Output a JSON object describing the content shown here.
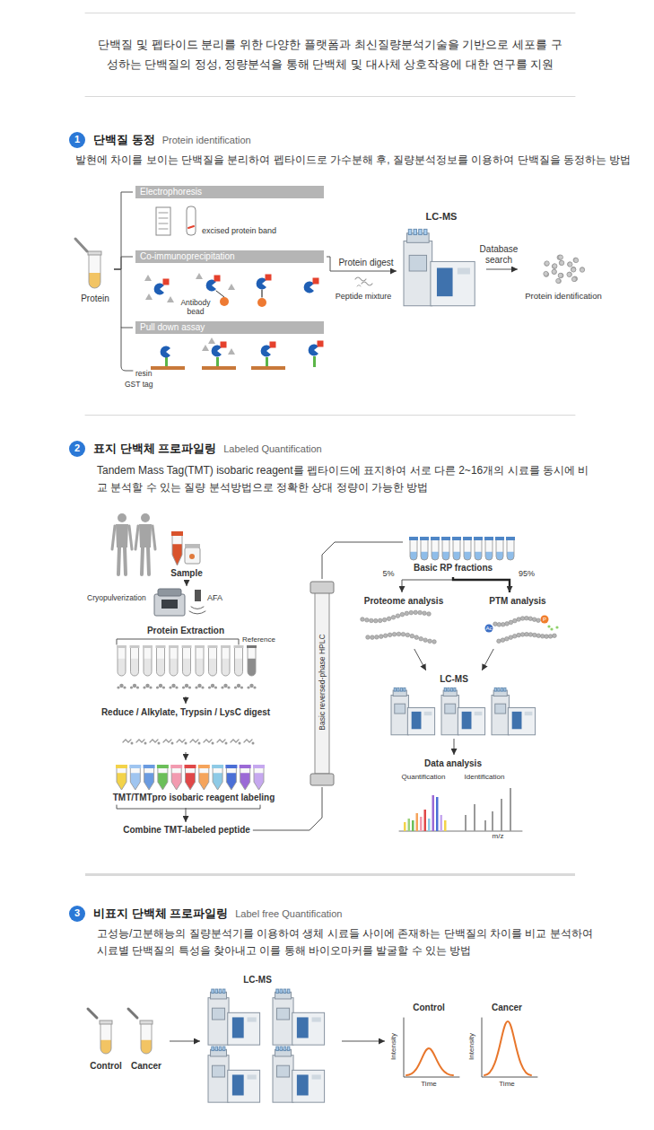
{
  "diagram": {
    "title": "단백질 및 펩타이드 분리를 위한 다양한 플랫폼과 최신질량분석기술을 기반으로 세포를 구성하는 단백질의 정성, 정량분석을 통해 단백체 및 대사체 상호작용에 대한 연구를 지원",
    "nodes": [
      {
        "text": [
          "1"
        ]
      },
      {
        "text": [
          "Protein"
        ]
      },
      {
        "text": [
          "Electrophoresis"
        ]
      },
      {
        "text": [
          "Co-immunoprecipitation"
        ]
      },
      {
        "text": [
          "Pull down assay"
        ]
      },
      {
        "text": [
          "LC-MS"
        ]
      },
      {
        "text": [
          "Protein identification"
        ]
      },
      {
        "text": [
          "2"
        ]
      },
      {
        "text": [
          "Sample"
        ]
      },
      {
        "text": [
          "Cryopulverization",
          "AFA"
        ]
      },
      {
        "text": [
          "Protein Extraction",
          "Reference"
        ]
      },
      {
        "text": [
          "Reduce / Alkylate, Trypsin / LysC digest"
        ]
      },
      {
        "text": [
          "TMT/TMTpro isobaric reagent labeling"
        ]
      },
      {
        "text": [
          "Combine TMT-labeled peptide"
        ]
      },
      {
        "text": [
          "Basic reversed-phase HPLC"
        ]
      },
      {
        "text": [
          "Basic RP fractions"
        ]
      },
      {
        "text": [
          "Proteome analysis"
        ]
      },
      {
        "text": [
          "PTM analysis"
        ]
      },
      {
        "text": [
          "LC-MS"
        ]
      },
      {
        "text": [
          "Data analysis",
          "Quantification",
          "Identification",
          "m/z"
        ]
      },
      {
        "text": [
          "3"
        ]
      },
      {
        "text": [
          "Control",
          "Cancer"
        ]
      },
      {
        "text": [
          "LC-MS"
        ]
      },
      {
        "text": [
          "Control",
          "Intensity",
          "Time"
        ]
      },
      {
        "text": [
          "Cancer",
          "Intensity",
          "Time"
        ]
      }
    ],
    "edges": [
      {
        "from": 1,
        "to": 2,
        "arrow": "none"
      },
      {
        "from": 1,
        "to": 3,
        "arrow": "none"
      },
      {
        "from": 1,
        "to": 4,
        "arrow": "none"
      },
      {
        "from": 3,
        "to": 5,
        "label": "Protein digest",
        "arrow": "to"
      },
      {
        "from": 5,
        "to": 6,
        "label": "Database search",
        "arrow": "to"
      },
      {
        "from": 8,
        "to": 9,
        "arrow": "to"
      },
      {
        "from": 10,
        "to": 11,
        "arrow": "to"
      },
      {
        "from": 11,
        "to": 12,
        "arrow": "to"
      },
      {
        "from": 12,
        "to": 13,
        "arrow": "to"
      },
      {
        "from": 13,
        "to": 14,
        "arrow": "none"
      },
      {
        "from": 14,
        "to": 15,
        "arrow": "none"
      },
      {
        "from": 15,
        "to": 16,
        "label": "5%",
        "arrow": "to"
      },
      {
        "from": 15,
        "to": 17,
        "label": "95%",
        "arrow": "to"
      },
      {
        "from": 16,
        "to": 18,
        "arrow": "to"
      },
      {
        "from": 17,
        "to": 18,
        "arrow": "to"
      },
      {
        "from": 18,
        "to": 19,
        "arrow": "to"
      },
      {
        "from": 21,
        "to": 22,
        "arrow": "to"
      },
      {
        "from": 22,
        "to": 23,
        "arrow": "to"
      }
    ],
    "labels": [
      "단백질 동정",
      "Protein identification",
      "발현에 차이를 보이는 단백질을 분리하여 펩타이드로 가수분해 후, 질량분석정보를 이용하여 단백질을 동정하는 방법",
      "excised protein band",
      "Antibody bead",
      "resin",
      "GST tag",
      "Peptide mixture",
      "표지 단백체 프로파일링",
      "Labeled Quantification",
      "Tandem Mass Tag(TMT) isobaric reagent를 펩타이드에 표지하여 서로 다른 2~16개의 시료를 동시에 비교 분석할 수 있는 질량 분석방법으로 정확한 상대 정량이 가능한 방법",
      "비표지 단백체 프로파일링",
      "Label free Quantification",
      "고성능/고분해능의 질량분석기를 이용하여 생체 시료들 사이에 존재하는 단백질의 차이를 비교 분석하여 시료별 단백질의 특성을 찾아내고 이를 통해 바이오마커를 발굴할 수 있는 방법",
      "Ac",
      "P"
    ]
  }
}
